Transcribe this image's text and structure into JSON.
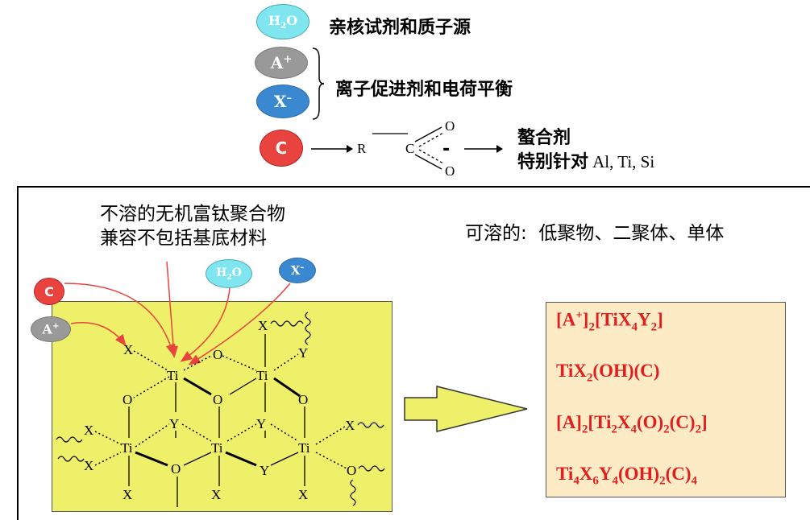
{
  "legend": {
    "water": {
      "label": "H2O",
      "desc": "亲核试剂和质子源",
      "color": "#7fe6ef"
    },
    "cation": {
      "label": "A+",
      "color": "#999999"
    },
    "anion": {
      "label": "X-",
      "color": "#3a88d0"
    },
    "ion_desc": "离子促进剂和电荷平衡",
    "chelator": {
      "label": "C",
      "color": "#e8433f"
    },
    "chelator_desc_1": "螯合剂",
    "chelator_desc_2": "特别针对",
    "chelator_targets": "Al, Ti, Si",
    "ligand": {
      "r": "R",
      "c": "C",
      "o1": "O",
      "o2": "O",
      "charge": "-"
    }
  },
  "panel": {
    "insoluble_line1": "不溶的无机富钛聚合物",
    "insoluble_line2": "兼容不包括基底材料",
    "soluble": "可溶的:  低聚物、二聚体、单体",
    "species": [
      "[A+]2[TiX4Y2]",
      "TiX2(OH)(C)",
      "[A]2[Ti2X4(O)2(C)2]",
      "Ti4X6Y4(OH)2(C)4"
    ]
  },
  "structure": {
    "ti": "Ti",
    "o": "O",
    "x": "X",
    "y": "Y",
    "fill": "#eef06a"
  }
}
